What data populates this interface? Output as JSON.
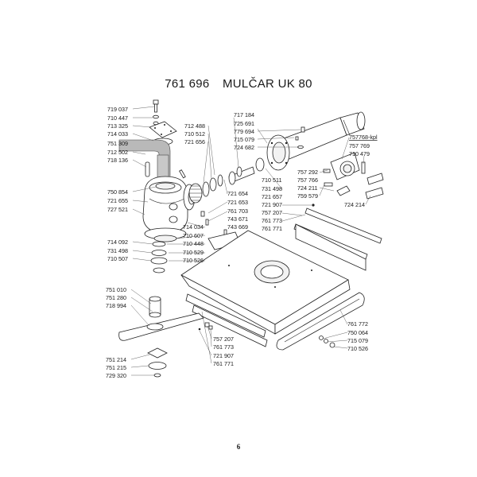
{
  "header": {
    "part_code": "761 696",
    "model": "MULČAR UK 80"
  },
  "page_number": "6",
  "labels_left_top": [
    "719 037",
    "710 447",
    "713 325",
    "714 033",
    "751 309",
    "712 502",
    "718 136"
  ],
  "labels_center_top": [
    "712 488",
    "710 512",
    "721 656"
  ],
  "labels_tube": [
    "717 184",
    "725 691",
    "779 694",
    "715 079",
    "724 682"
  ],
  "labels_right_top": [
    "757768-kpl",
    "757 769",
    "710 479"
  ],
  "labels_gearbox_left": [
    "750 854",
    "721 655",
    "727 521"
  ],
  "labels_middle": [
    "721 654",
    "721 653",
    "761 703",
    "743 671",
    "743 669"
  ],
  "labels_lower_center": [
    "714 034",
    "710 607",
    "710 448",
    "710 529",
    "710 526"
  ],
  "labels_center_right": [
    "710 511",
    "731 498",
    "721 657"
  ],
  "labels_right_mid": [
    "757 292",
    "757 766",
    "724 211",
    "759 579"
  ],
  "label_724_214": "724 214",
  "labels_rail": [
    "721 907",
    "757 207",
    "761 773",
    "761 771"
  ],
  "labels_left_mid": [
    "714 092",
    "731 498",
    "710 507"
  ],
  "labels_blade": [
    "751 010",
    "751 280",
    "718 994"
  ],
  "labels_left_bottom": [
    "751 214",
    "751 215",
    "729 320"
  ],
  "labels_bottom_center": [
    "757 207",
    "761 773",
    "721 907",
    "761 771"
  ],
  "labels_bottom_right": [
    "761 772",
    "750 064",
    "715 079",
    "710 526"
  ]
}
